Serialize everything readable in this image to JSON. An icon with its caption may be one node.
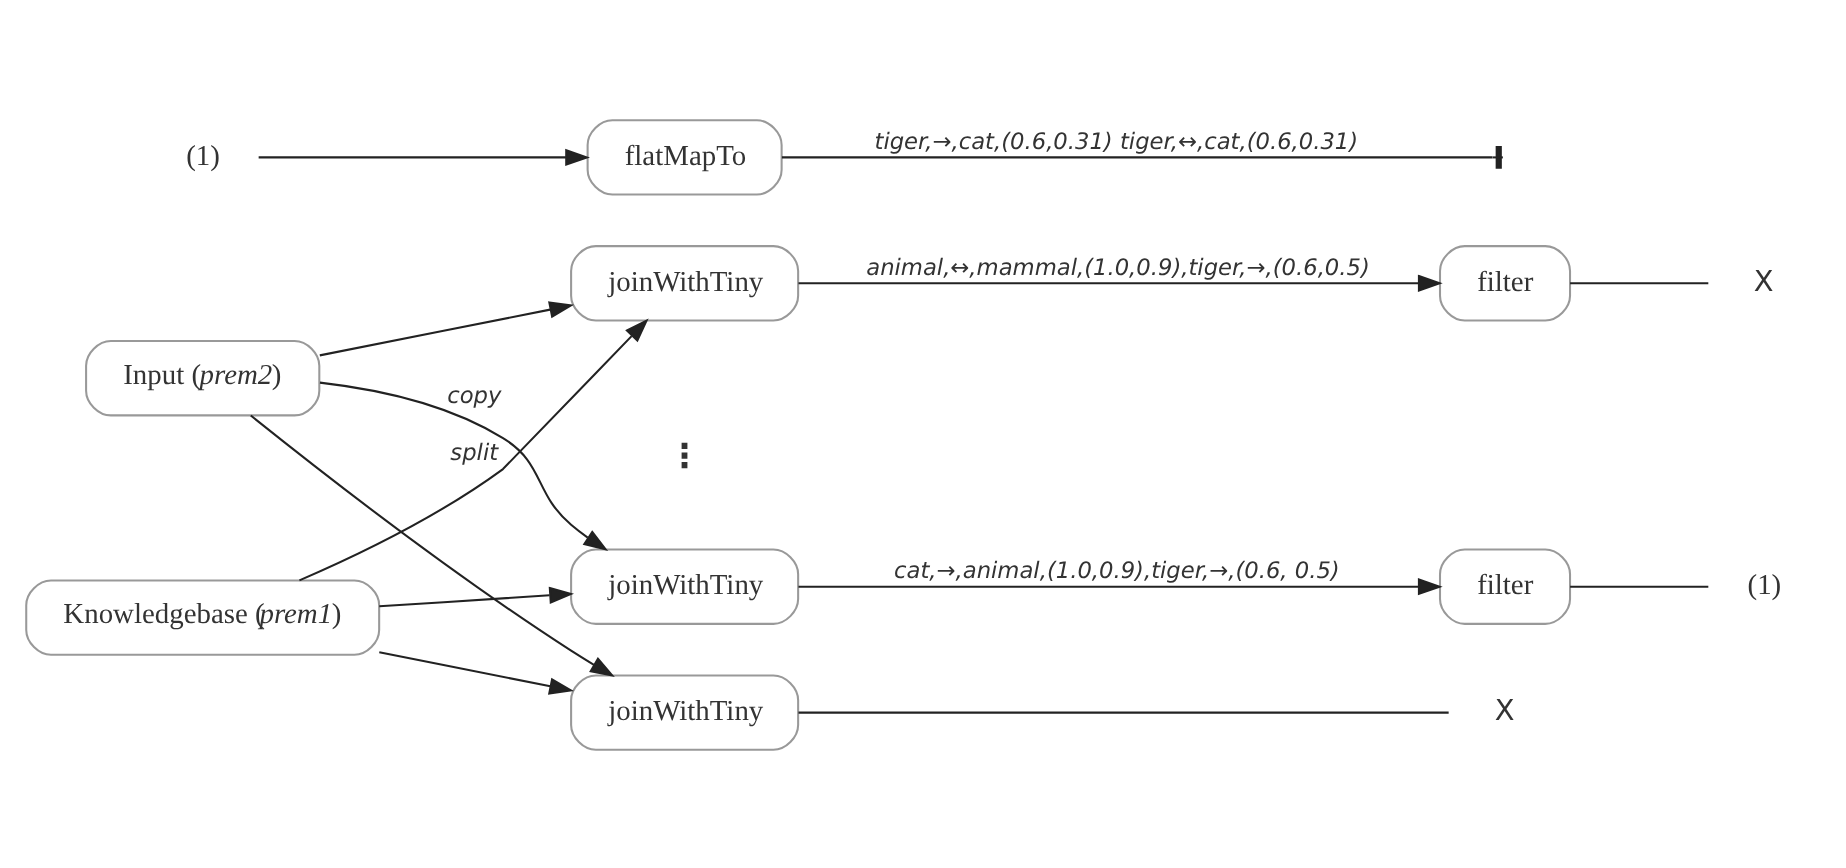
{
  "diagram": {
    "nodes": [
      {
        "text": [
          "Input (*prem2*)"
        ]
      },
      {
        "text": [
          "Knowledgebase (*prem1*)"
        ]
      },
      {
        "text": [
          "joinWithTiny"
        ]
      },
      {
        "text": [
          "joinWithTiny"
        ]
      },
      {
        "text": [
          "joinWithTiny"
        ]
      },
      {
        "text": [
          "filter"
        ]
      },
      {
        "text": [
          "filter"
        ]
      },
      {
        "text": [
          "(1)"
        ]
      },
      {
        "text": [
          "X"
        ]
      },
      {
        "text": [
          "X"
        ]
      },
      {
        "text": [
          "(1)"
        ]
      },
      {
        "text": [
          "flatMapTo"
        ]
      }
    ],
    "edges": [
      {
        "from": 0,
        "to": 2,
        "arrow": "to",
        "label": "copy"
      },
      {
        "from": 0,
        "to": 3,
        "arrow": "to"
      },
      {
        "from": 0,
        "to": 4,
        "arrow": "to"
      },
      {
        "from": 1,
        "to": 2,
        "arrow": "to"
      },
      {
        "from": 1,
        "to": 3,
        "arrow": "to",
        "label": "split"
      },
      {
        "from": 1,
        "to": 4,
        "arrow": "to"
      },
      {
        "from": 2,
        "to": 5,
        "arrow": "to",
        "label": "cat,→,animal,(1.0,0.9),tiger,→,(0.6, 0.5)"
      },
      {
        "from": 3,
        "to": 6,
        "arrow": "to",
        "label": "animal,↔,mammal,(1.0,0.9),tiger,→,(0.6,0.5)"
      },
      {
        "from": 5,
        "to": 7,
        "arrow": "none"
      },
      {
        "from": 6,
        "to": 8,
        "arrow": "none"
      },
      {
        "from": 4,
        "to": 9,
        "arrow": "none"
      },
      {
        "from": 10,
        "to": 11,
        "arrow": "to"
      },
      {
        "from": 11,
        "to": null,
        "arrow": "other",
        "label": "tiger,→,cat,(0.6,0.31) tiger,↔,cat,(0.6,0.31)"
      }
    ],
    "labels": [
      "⋮"
    ]
  }
}
